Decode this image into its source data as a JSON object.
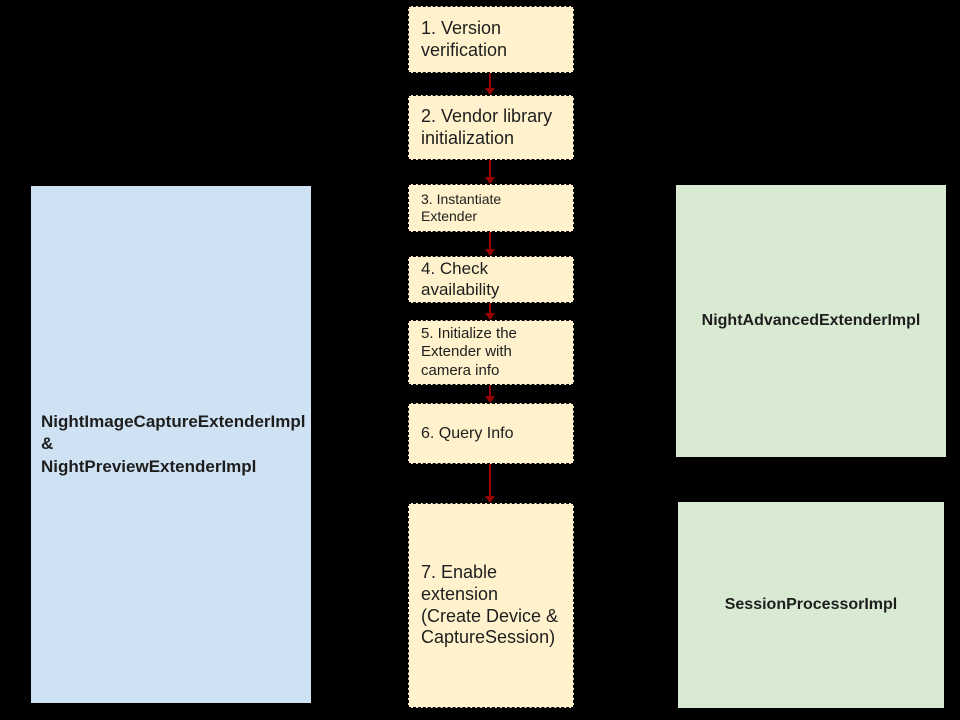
{
  "colors": {
    "background": "#000000",
    "stepFill": "#FFF2CC",
    "leftFill": "#CFE2F3",
    "rightFill": "#D9EAD3",
    "arrow": "#990000",
    "text": "#1E1E1E"
  },
  "steps": [
    {
      "label": "1. Version verification"
    },
    {
      "label": "2. Vendor library initialization"
    },
    {
      "label": "3. Instantiate Extender"
    },
    {
      "label": "4. Check availability"
    },
    {
      "label": "5. Initialize the Extender with camera info"
    },
    {
      "label": "6. Query Info"
    },
    {
      "label": "7. Enable extension (Create Device & CaptureSession)"
    }
  ],
  "left_box": {
    "lines": [
      "NightImageCaptureExtenderImpl",
      "&",
      "NightPreviewExtenderImpl"
    ]
  },
  "right_boxes": [
    {
      "label": "NightAdvancedExtenderImpl"
    },
    {
      "label": "SessionProcessorImpl"
    }
  ]
}
